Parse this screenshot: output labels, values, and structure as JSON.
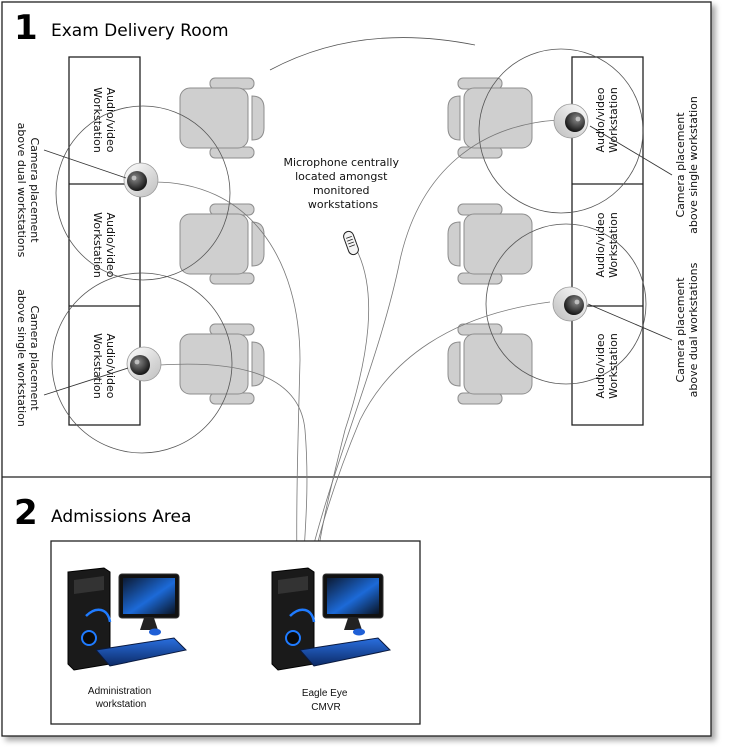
{
  "sections": {
    "exam": {
      "number": "1",
      "title": "Exam Delivery Room"
    },
    "admissions": {
      "number": "2",
      "title": "Admissions Area"
    }
  },
  "workstation_label": [
    "Audio/video",
    "Workstation"
  ],
  "cameras": {
    "left_dual": [
      "Camera placement",
      "above dual workstations"
    ],
    "left_single": [
      "Camera placement",
      "above single workstation"
    ],
    "right_single": [
      "Camera placement",
      "above single workstation"
    ],
    "right_dual": [
      "Camera placement",
      "above dual workstations"
    ]
  },
  "microphone": [
    "Microphone centrally",
    "located amongst",
    "monitored",
    "workstations"
  ],
  "computers": {
    "admin": [
      "Administration",
      "workstation"
    ],
    "eagle": [
      "Eagle Eye",
      "CMVR"
    ]
  },
  "colors": {
    "chair_fill": "#cfcfcf",
    "monitor_glow": "#1f5fd6",
    "tower": "#1a1a1a"
  },
  "icons": {
    "camera": "dome-camera-icon",
    "microphone": "microphone-icon",
    "computer": "desktop-computer-icon"
  }
}
